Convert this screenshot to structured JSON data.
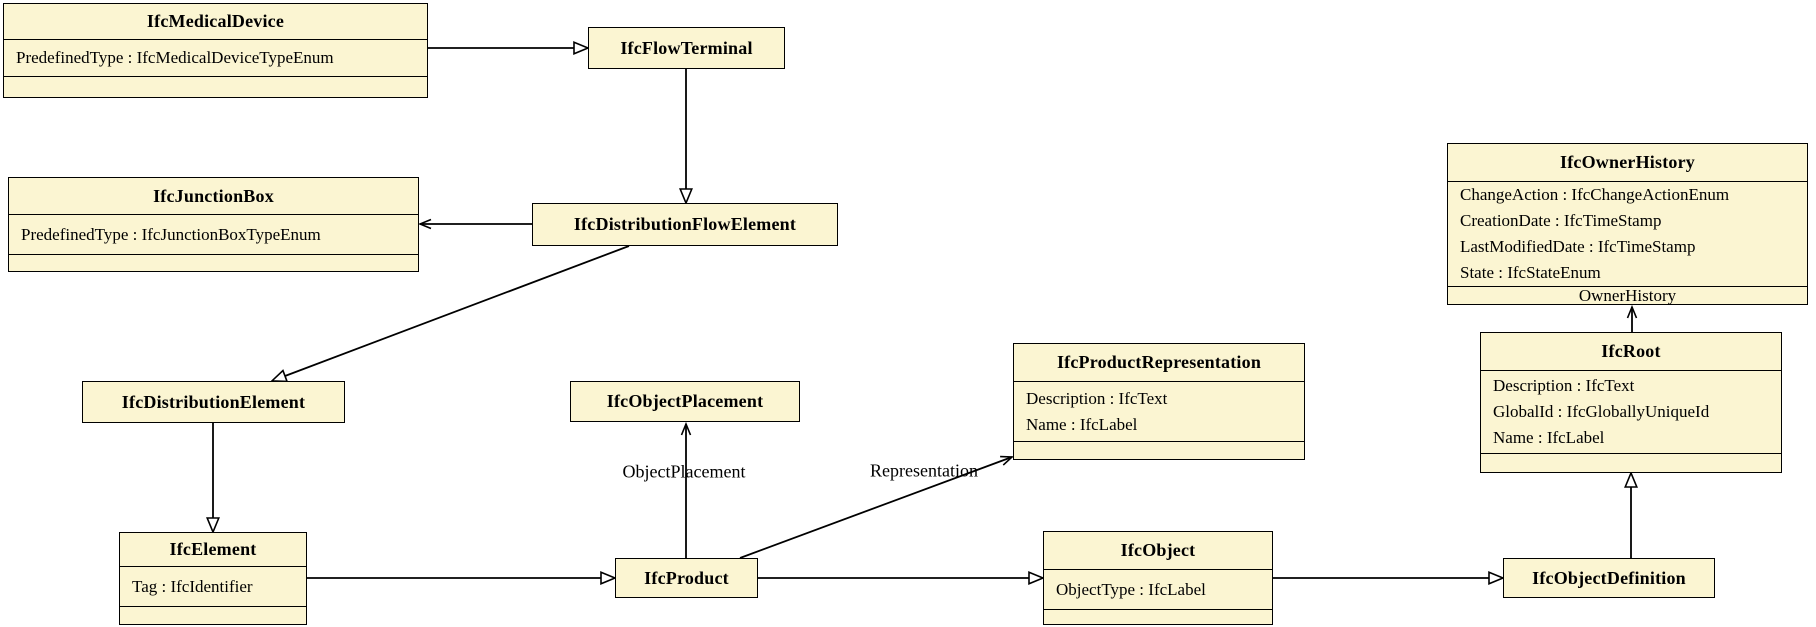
{
  "diagram": {
    "colors": {
      "box_fill": "#FBF5D2",
      "box_border": "#000000",
      "background": "#FFFFFF"
    },
    "edge_labels": {
      "object_placement": "ObjectPlacement",
      "representation": "Representation"
    },
    "boxes": {
      "medical_device": {
        "title": "IfcMedicalDevice",
        "attrs": [
          "PredefinedType : IfcMedicalDeviceTypeEnum"
        ]
      },
      "flow_terminal": {
        "title": "IfcFlowTerminal"
      },
      "junction_box": {
        "title": "IfcJunctionBox",
        "attrs": [
          "PredefinedType : IfcJunctionBoxTypeEnum"
        ]
      },
      "distribution_flow_element": {
        "title": "IfcDistributionFlowElement"
      },
      "distribution_element": {
        "title": "IfcDistributionElement"
      },
      "element": {
        "title": "IfcElement",
        "attrs": [
          "Tag : IfcIdentifier"
        ]
      },
      "object_placement": {
        "title": "IfcObjectPlacement"
      },
      "product": {
        "title": "IfcProduct"
      },
      "product_representation": {
        "title": "IfcProductRepresentation",
        "attrs": [
          "Description : IfcText",
          "Name : IfcLabel"
        ]
      },
      "object": {
        "title": "IfcObject",
        "attrs": [
          "ObjectType : IfcLabel"
        ]
      },
      "object_definition": {
        "title": "IfcObjectDefinition"
      },
      "root": {
        "title": "IfcRoot",
        "attrs": [
          "Description : IfcText",
          "GlobalId : IfcGloballyUniqueId",
          "Name : IfcLabel"
        ]
      },
      "owner_history": {
        "title": "IfcOwnerHistory",
        "attrs": [
          "ChangeAction : IfcChangeActionEnum",
          "CreationDate : IfcTimeStamp",
          "LastModifiedDate : IfcTimeStamp",
          "State : IfcStateEnum"
        ],
        "footer_label": "OwnerHistory"
      }
    }
  }
}
